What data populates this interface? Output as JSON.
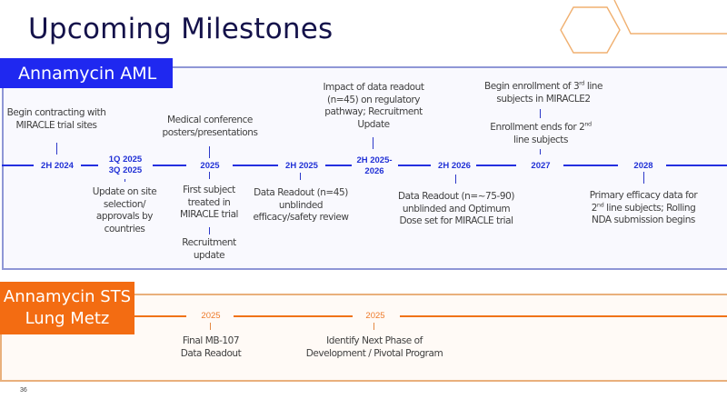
{
  "slide": {
    "title": "Upcoming Milestones",
    "page_number": "36",
    "colors": {
      "title": "#14124a",
      "aml_accent": "#1f28f0",
      "aml_border": "#8f97d6",
      "sts_accent": "#f36c12",
      "sts_border": "#e9b07c",
      "decor_hexagon": "#f0b070"
    }
  },
  "aml": {
    "label": "Annamycin AML",
    "milestones": [
      {
        "date": "2H 2024",
        "above": [
          "Begin contracting with",
          "MIRACLE trial sites"
        ],
        "below": []
      },
      {
        "date_lines": [
          "1Q 2025",
          "3Q 2025"
        ],
        "above": [],
        "below": [
          "Update on site",
          "selection/",
          "approvals by",
          "countries"
        ]
      },
      {
        "date": "2025",
        "above": [
          "Medical conference",
          "posters/presentations"
        ],
        "below": [
          "First subject",
          "treated in",
          "MIRACLE trial"
        ],
        "below2": [
          "Recruitment",
          "update"
        ]
      },
      {
        "date": "2H 2025",
        "above": [],
        "below": [
          "Data Readout (n=45)",
          "unblinded",
          "efficacy/safety review"
        ]
      },
      {
        "date_lines": [
          "2H 2025-",
          "2026"
        ],
        "above": [
          "Impact of data readout",
          "(n=45) on regulatory",
          "pathway; Recruitment",
          "Update"
        ],
        "below": []
      },
      {
        "date": "2H 2026",
        "above": [],
        "below": [
          "Data Readout (n=~75-90)",
          "unblinded and Optimum",
          "Dose set for MIRACLE trial"
        ]
      },
      {
        "date": "2027",
        "above_top_line1_pre": "Begin enrollment of 3",
        "above_top_line1_sup": "rd",
        "above_top_line1_post": " line",
        "above_top_line2": "subjects in MIRACLE2",
        "above_mid_line1_pre": "Enrollment ends for 2",
        "above_mid_line1_sup": "nd",
        "above_mid_line2": "line subjects",
        "below": []
      },
      {
        "date": "2028",
        "above": [],
        "below_line1": "Primary efficacy data for",
        "below_line2_pre": "2",
        "below_line2_sup": "nd",
        "below_line2_post": " line subjects; Rolling",
        "below_line3": "NDA submission begins"
      }
    ]
  },
  "sts": {
    "label_line1": "Annamycin STS",
    "label_line2": "Lung Metz",
    "milestones": [
      {
        "date": "2025",
        "below": [
          "Final MB-107",
          "Data Readout"
        ]
      },
      {
        "date": "2025",
        "below": [
          "Identify Next Phase of",
          "Development / Pivotal Program"
        ]
      }
    ]
  }
}
